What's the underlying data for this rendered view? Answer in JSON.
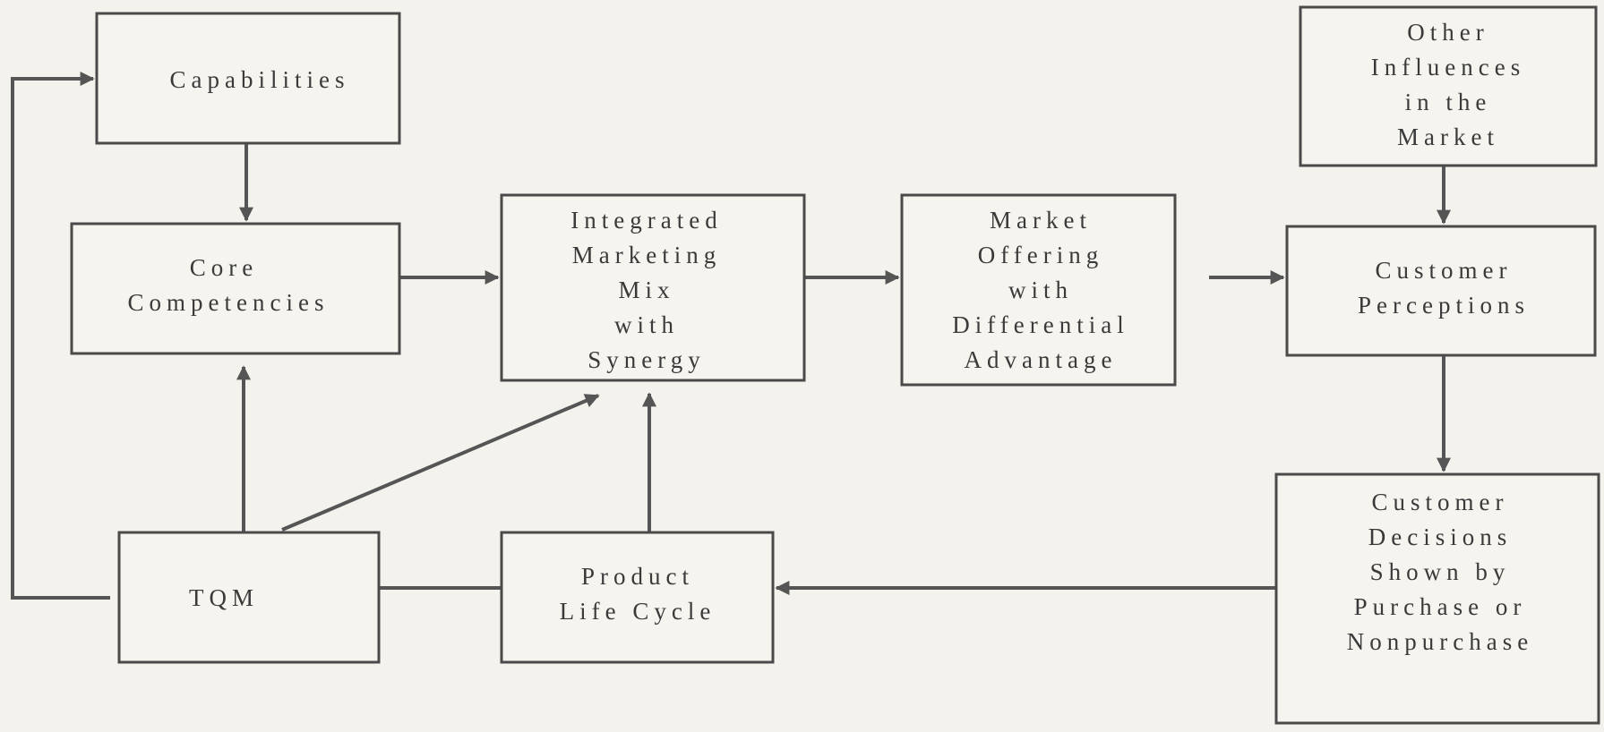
{
  "nodes": {
    "capabilities": [
      "Capabilities"
    ],
    "core": [
      "Core",
      "Competencies"
    ],
    "imm": [
      "Integrated",
      "Marketing",
      "Mix",
      "with",
      "Synergy"
    ],
    "offering": [
      "Market",
      "Offering",
      "with",
      "Differential",
      "Advantage"
    ],
    "other": [
      "Other",
      "Influences",
      "in the",
      "Market"
    ],
    "perceptions": [
      "Customer",
      "Perceptions"
    ],
    "decisions": [
      "Customer",
      "Decisions",
      "Shown by",
      "Purchase or",
      "Nonpurchase"
    ],
    "plc": [
      "Product",
      "Life Cycle"
    ],
    "tqm": [
      "TQM"
    ]
  },
  "colors": {
    "line": "#555555",
    "background": "#f4f2ec"
  }
}
